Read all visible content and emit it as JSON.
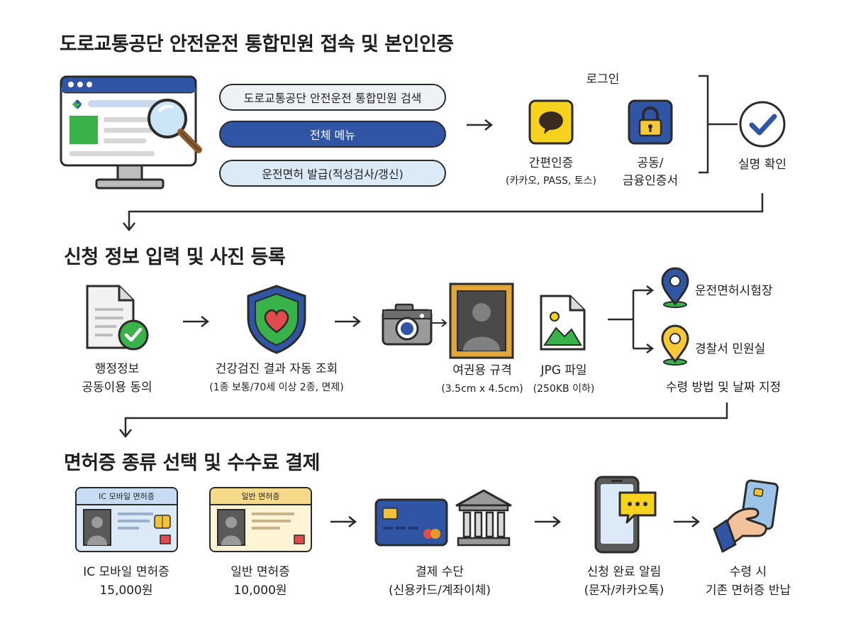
{
  "section1": {
    "title": "도로교통공단 안전운전 통합민원 접속 및 본인인증",
    "search_pill": "도로교통공단 안전운전 통합민원 검색",
    "menu_pill": "전체 메뉴",
    "license_pill": "운전면허 발급(적성검사/갱신)",
    "login_label": "로그인",
    "easy_auth_label": "간편인증",
    "easy_auth_sub": "(카카오, PASS, 토스)",
    "cert_label_1": "공동/",
    "cert_label_2": "금융인증서",
    "verify_label": "실명 확인"
  },
  "section2": {
    "title": "신청 정보 입력 및 사진 등록",
    "consent_1": "행정정보",
    "consent_2": "공동이용 동의",
    "health_label": "건강검진 결과 자동 조회",
    "health_sub": "(1종 보통/70세 이상 2종, 면제)",
    "passport_label": "여권용 규격",
    "passport_sub": "(3.5cm x 4.5cm)",
    "jpg_label": "JPG 파일",
    "jpg_sub": "(250KB 이하)",
    "test_site": "운전면허시험장",
    "police_office": "경찰서 민원실",
    "pickup_label": "수령 방법 및 날짜 지정"
  },
  "section3": {
    "title": "면허증 종류 선택 및 수수료 결제",
    "ic_card_header": "IC 모바일 면허증",
    "ic_label": "IC 모바일 면허증",
    "ic_price": "15,000원",
    "normal_card_header": "일반 면허증",
    "normal_label": "일반 면허증",
    "normal_price": "10,000원",
    "payment_label": "결제 수단",
    "payment_sub": "(신용카드/계좌이체)",
    "notify_label": "신청 완료 알림",
    "notify_sub": "(문자/카카오톡)",
    "return_label_1": "수령 시",
    "return_label_2": "기존 면허증 반납"
  },
  "colors": {
    "blue": "#2f55a4",
    "light_blue": "#dce9f7",
    "yellow": "#f7d21e",
    "green": "#3ab24a",
    "red": "#e04b4b",
    "line": "#2b2b2b"
  }
}
